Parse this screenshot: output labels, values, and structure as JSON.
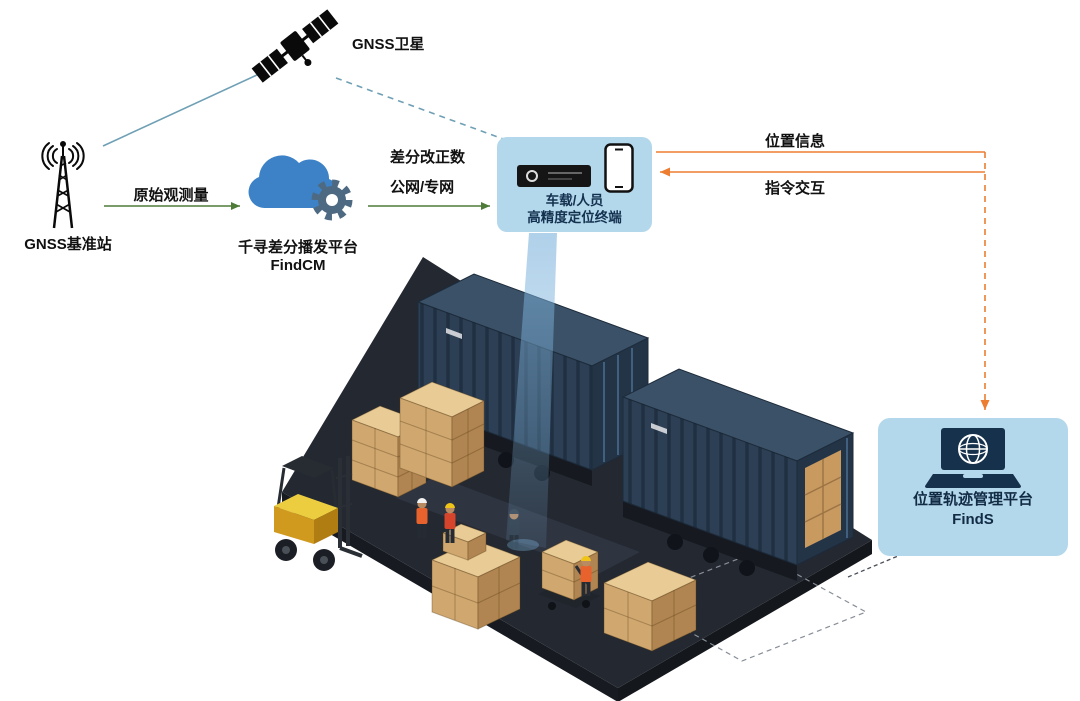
{
  "nodes": {
    "satellite": {
      "label": "GNSS卫星"
    },
    "base_station": {
      "label": "GNSS基准站"
    },
    "cloud": {
      "name": "千寻差分播发平台",
      "product": "FindCM"
    },
    "terminal": {
      "line1": "车载/人员",
      "line2": "高精度定位终端"
    },
    "management": {
      "name": "位置轨迹管理平台",
      "product": "FindS"
    }
  },
  "edges": {
    "raw_obs": {
      "label": "原始观测量"
    },
    "corrections": {
      "line1": "差分改正数",
      "line2": "公网/专网"
    },
    "position": {
      "label": "位置信息"
    },
    "command": {
      "label": "指令交互"
    }
  },
  "icons": {
    "satellite": "gnss-satellite-icon",
    "base_station": "radio-tower-icon",
    "cloud": "cloud-gear-icon",
    "receiver": "gnss-receiver-icon",
    "phone": "smartphone-icon",
    "laptop": "laptop-globe-icon"
  },
  "colors": {
    "accent_orange": "#ED7D31",
    "arrow_green": "#4F7B38",
    "link_teal": "#6FA0B5",
    "panel_blue": "#B3D7EB",
    "cloud_blue": "#3D82C6",
    "container_navy": "#2C3F54",
    "platform_dark": "#232831",
    "carton_tan": "#CFA76F"
  }
}
